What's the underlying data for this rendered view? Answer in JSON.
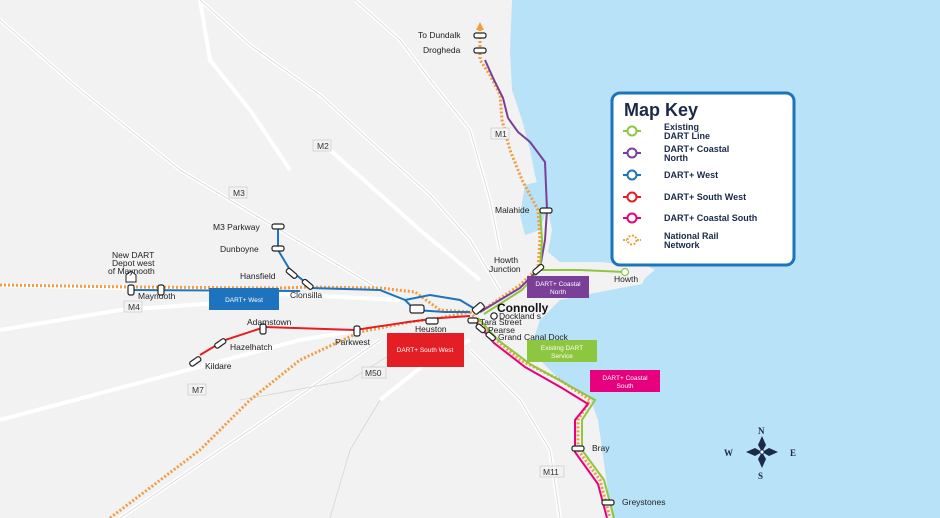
{
  "key": {
    "title": "Map Key",
    "items": [
      {
        "line1": "Existing",
        "line2": "DART Line",
        "color": "#8dc63f"
      },
      {
        "line1": "DART+ Coastal",
        "line2": "North",
        "color": "#7b3f98"
      },
      {
        "line1": "DART+ West",
        "line2": "",
        "color": "#1e73be"
      },
      {
        "line1": "DART+ South West",
        "line2": "",
        "color": "#e31e24"
      },
      {
        "line1": "DART+ Coastal South",
        "line2": "",
        "color": "#e6007e"
      },
      {
        "line1": "National Rail",
        "line2": "Network",
        "color": "#f39c3d"
      }
    ]
  },
  "stations": {
    "to_dundalk": "To Dundalk",
    "drogheda": "Drogheda",
    "malahide": "Malahide",
    "howth_junction_1": "Howth",
    "howth_junction_2": "Junction",
    "howth": "Howth",
    "connolly": "Connolly",
    "docklands": "Dockland s",
    "tara_street": "Tara Street",
    "pearse": "Pearse",
    "grand_canal_dock": "Grand Canal Dock",
    "heuston": "Heuston",
    "m3_parkway": "M3 Parkway",
    "dunboyne": "Dunboyne",
    "hansfield": "Hansfield",
    "clonsilla": "Clonsilla",
    "depot_1": "New DART",
    "depot_2": "Depot west",
    "depot_3": "of Maynooth",
    "maynooth": "Maynooth",
    "adamstown": "Adamstown",
    "hazelhatch": "Hazelhatch",
    "kildare": "Kildare",
    "parkwest": "Parkwest",
    "bray": "Bray",
    "greystones": "Greystones"
  },
  "roads": {
    "m1": "M1",
    "m2": "M2",
    "m3": "M3",
    "m4": "M4",
    "m7": "M7",
    "m50": "M50",
    "m11": "M11"
  },
  "boxes": {
    "dart_west": "DART+ West",
    "dart_south_west": "DART+ South West",
    "coastal_north_1": "DART+ Coastal",
    "coastal_north_2": "North",
    "existing_1": "Existing DART",
    "existing_2": "Service",
    "coastal_south_1": "DART+ Coastal",
    "coastal_south_2": "South"
  },
  "compass": {
    "n": "N",
    "s": "S",
    "e": "E",
    "w": "W"
  },
  "colors": {
    "sea": "#b8e2f7",
    "land": "#f2f2f2",
    "road": "#ffffff",
    "green": "#8dc63f",
    "purple": "#7b3f98",
    "blue": "#1e73be",
    "red": "#e31e24",
    "magenta": "#e6007e",
    "orange": "#f39c3d",
    "navy": "#1b2a4a"
  }
}
